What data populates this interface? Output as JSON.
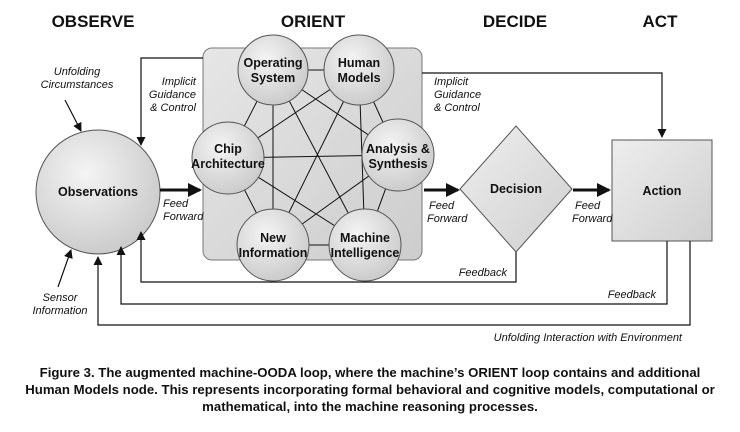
{
  "phases": [
    "OBSERVE",
    "ORIENT",
    "DECIDE",
    "ACT"
  ],
  "nodes": {
    "observations": "Observations",
    "operating_system": [
      "Operating",
      "System"
    ],
    "human_models": [
      "Human",
      "Models"
    ],
    "chip_architecture": [
      "Chip",
      "Architecture"
    ],
    "analysis_synthesis": [
      "Analysis &",
      "Synthesis"
    ],
    "new_information": [
      "New",
      "Information"
    ],
    "machine_intelligence": [
      "Machine",
      "Intelligence"
    ],
    "decision": "Decision",
    "action": "Action"
  },
  "annotations": {
    "unfolding_circumstances": [
      "Unfolding",
      "Circumstances"
    ],
    "sensor_information": [
      "Sensor",
      "Information"
    ],
    "implicit_guidance_left": [
      "Implicit",
      "Guidance",
      "& Control"
    ],
    "implicit_guidance_right": [
      "Implicit",
      "Guidance",
      "& Control"
    ],
    "feed_forward_1": [
      "Feed",
      "Forward"
    ],
    "feed_forward_2": [
      "Feed",
      "Forward"
    ],
    "feed_forward_3": [
      "Feed",
      "Forward"
    ],
    "feedback_inner": "Feedback",
    "feedback_outer": "Feedback",
    "unfolding_interaction": "Unfolding Interaction with Environment"
  },
  "caption": "Figure 3. The augmented machine-OODA loop, where the machine’s ORIENT loop contains and additional Human Models node. This represents incorporating formal behavioral and cognitive models, computational or mathematical, into the machine reasoning processes."
}
